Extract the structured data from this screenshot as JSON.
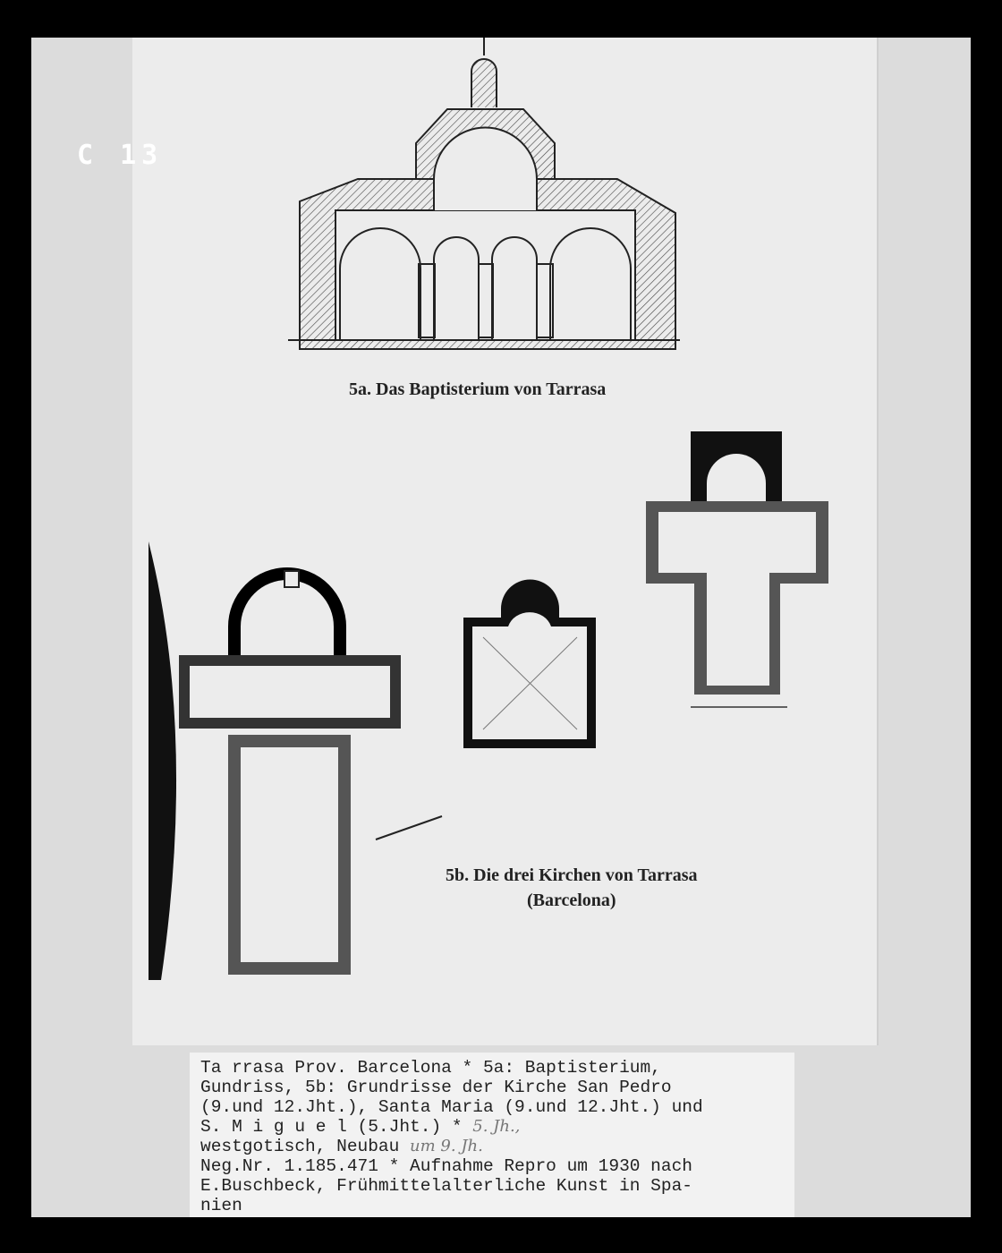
{
  "card_number": "C 13",
  "captions": {
    "fig_5a": "5a. Das Baptisterium von Tarrasa",
    "fig_5b_line1": "5b. Die drei Kirchen von Tarrasa",
    "fig_5b_line2": "(Barcelona)"
  },
  "label": {
    "line1": "Ta rrasa Prov. Barcelona * 5a: Baptisterium,",
    "line2": "Gundriss, 5b: Grundrisse der Kirche San Pedro",
    "line3": "(9.und 12.Jht.), Santa Maria (9.und 12.Jht.) und",
    "line4": "S. M i g u e l (5.Jht.) * ",
    "line4_handwritten": "5. Jh.,",
    "line5": "westgotisch, Neubau ",
    "line5_handwritten": "um 9. Jh.",
    "line6": "Neg.Nr. 1.185.471 * Aufnahme Repro um 1930 nach",
    "line7": "E.Buschbeck, Frühmittelalterliche Kunst in Spa-",
    "line8": "nien"
  }
}
